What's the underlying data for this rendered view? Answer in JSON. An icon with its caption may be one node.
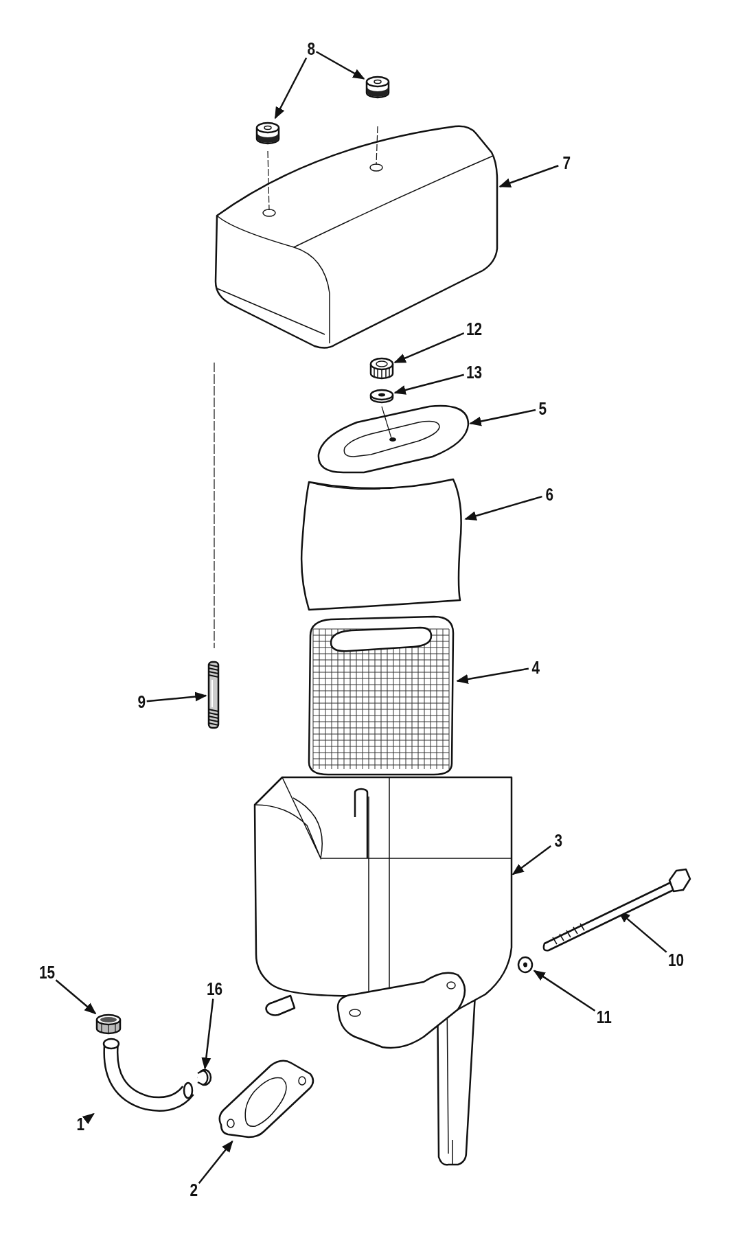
{
  "diagram": {
    "nodes": [
      {
        "text": [
          "8"
        ]
      },
      {
        "text": [],
        "shape": "picture"
      },
      {
        "text": [],
        "shape": "picture"
      },
      {
        "text": [
          "7"
        ]
      },
      {
        "text": [],
        "shape": "picture"
      },
      {
        "text": [
          "12"
        ]
      },
      {
        "text": [],
        "shape": "picture"
      },
      {
        "text": [
          "13"
        ]
      },
      {
        "text": [],
        "shape": "picture"
      },
      {
        "text": [
          "5"
        ]
      },
      {
        "text": [],
        "shape": "picture"
      },
      {
        "text": [
          "6"
        ]
      },
      {
        "text": [],
        "shape": "picture"
      },
      {
        "text": [
          "4"
        ]
      },
      {
        "text": [],
        "shape": "picture"
      },
      {
        "text": [
          "9"
        ]
      },
      {
        "text": [],
        "shape": "picture"
      },
      {
        "text": [
          "3"
        ]
      },
      {
        "text": [],
        "shape": "picture"
      },
      {
        "text": [
          "10"
        ]
      },
      {
        "text": [],
        "shape": "picture"
      },
      {
        "text": [
          "11"
        ]
      },
      {
        "text": [],
        "shape": "picture"
      },
      {
        "text": [
          "15"
        ]
      },
      {
        "text": [],
        "shape": "picture"
      },
      {
        "text": [
          "16"
        ]
      },
      {
        "text": [],
        "shape": "picture"
      },
      {
        "text": [
          "1"
        ]
      },
      {
        "text": [],
        "shape": "picture"
      },
      {
        "text": [
          "2"
        ]
      },
      {
        "text": [],
        "shape": "picture"
      }
    ],
    "edges": [
      {
        "from": 0,
        "to": 1,
        "arrow": "to"
      },
      {
        "from": 0,
        "to": 2,
        "arrow": "to"
      },
      {
        "from": 3,
        "to": 4,
        "arrow": "to"
      },
      {
        "from": 5,
        "to": 6,
        "arrow": "to"
      },
      {
        "from": 7,
        "to": 8,
        "arrow": "to"
      },
      {
        "from": 9,
        "to": 10,
        "arrow": "to"
      },
      {
        "from": 11,
        "to": 12,
        "arrow": "to"
      },
      {
        "from": 13,
        "to": 14,
        "arrow": "to"
      },
      {
        "from": 15,
        "to": 16,
        "arrow": "to"
      },
      {
        "from": 17,
        "to": 18,
        "arrow": "to"
      },
      {
        "from": 19,
        "to": 20,
        "arrow": "to"
      },
      {
        "from": 21,
        "to": 22,
        "arrow": "to"
      },
      {
        "from": 23,
        "to": 24,
        "arrow": "to"
      },
      {
        "from": 25,
        "to": 26,
        "arrow": "to"
      },
      {
        "from": 27,
        "to": 28,
        "arrow": "to"
      },
      {
        "from": 29,
        "to": 30,
        "arrow": "to"
      }
    ]
  }
}
